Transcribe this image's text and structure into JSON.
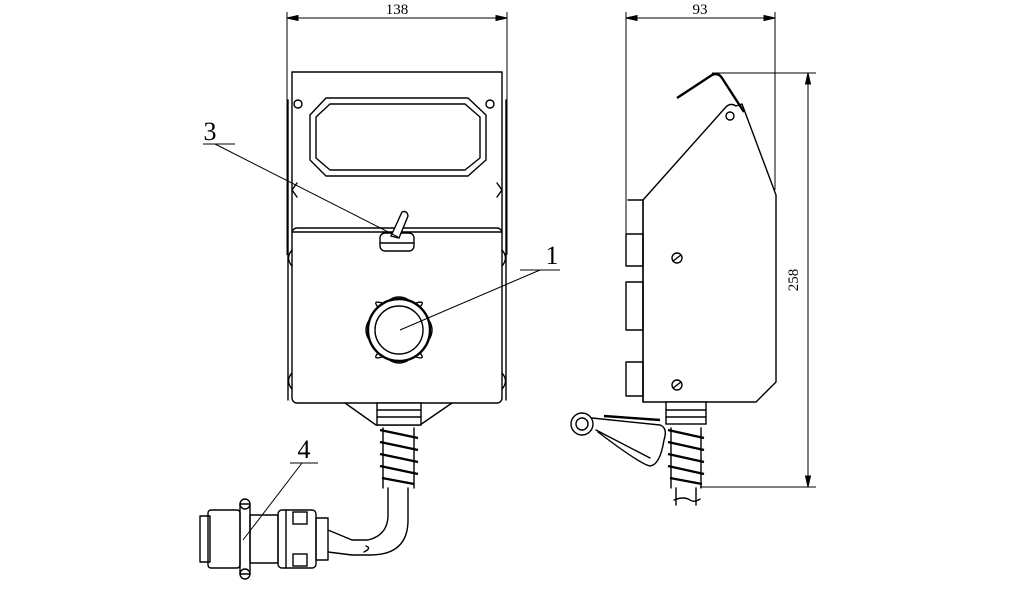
{
  "dimensions": {
    "front_width": "138",
    "side_width": "93",
    "height": "258"
  },
  "callouts": {
    "knob": "1",
    "toggle_switch": "3",
    "connector": "4"
  }
}
